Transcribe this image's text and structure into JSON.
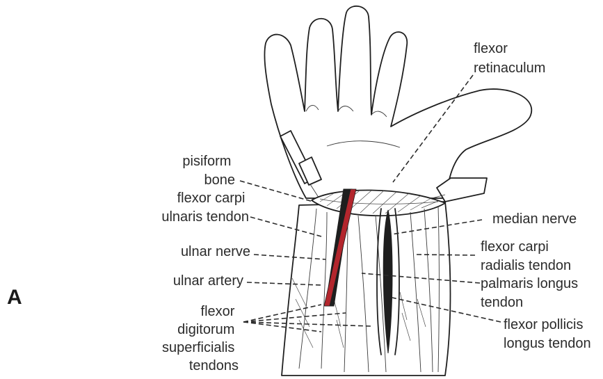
{
  "panel_label": "A",
  "labels": {
    "flexor_retinaculum": [
      "flexor",
      "retinaculum"
    ],
    "pisiform_bone": [
      "pisiform",
      "bone"
    ],
    "flexor_carpi_ulnaris_tendon": [
      "flexor carpi",
      "ulnaris tendon"
    ],
    "median_nerve": [
      "median nerve"
    ],
    "ulnar_nerve": [
      "ulnar nerve"
    ],
    "flexor_carpi_radialis_tendon": [
      "flexor carpi",
      "radialis tendon"
    ],
    "ulnar_artery": [
      "ulnar artery"
    ],
    "palmaris_longus_tendon": [
      "palmaris longus",
      "tendon"
    ],
    "flexor_digitorum_superficialis_tendons": [
      "flexor",
      "digitorum",
      "superficialis",
      "tendons"
    ],
    "flexor_pollicis_longus_tendon": [
      "flexor pollicis",
      "longus tendon"
    ]
  },
  "colors": {
    "ulnar_artery": "#b3262d",
    "nerve": "#1e1e1e",
    "line": "#2b2b2b"
  }
}
